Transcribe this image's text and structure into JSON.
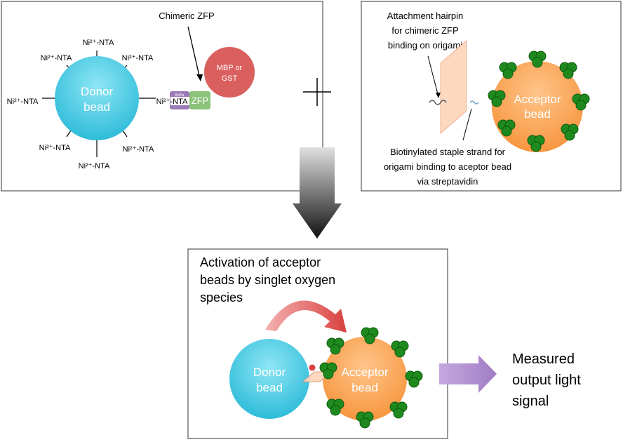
{
  "panel_donor": {
    "ni_labels": [
      "Ni²⁺-NTA",
      "Ni²⁺-NTA",
      "Ni²⁺-NTA",
      "Ni²⁺-NTA",
      "Ni²⁺-NTA",
      "Ni²⁺-NTA",
      "Ni²⁺-NTA",
      "Ni²⁺-NTA"
    ],
    "bead_line1": "Donor",
    "bead_line2": "bead",
    "zfp_caption": "Chimeric ZFP",
    "his_tag": "8xHis",
    "zfp_label": "ZFP",
    "fusion_line1": "MBP or",
    "fusion_line2": "GST"
  },
  "plus_sign": "+",
  "panel_acceptor": {
    "top_caption": [
      "Attachment hairpin",
      "for chimeric ZFP",
      "binding on origami"
    ],
    "bead_line1": "Acceptor",
    "bead_line2": "bead",
    "bottom_caption": [
      "Biotinylated staple strand for",
      "origami binding to aceptor bead",
      "via streptavidin"
    ]
  },
  "panel_activation": {
    "title": [
      "Activation of acceptor",
      "beads by singlet oxygen",
      "species"
    ],
    "donor_line1": "Donor",
    "donor_line2": "bead",
    "acceptor_line1": "Acceptor",
    "acceptor_line2": "bead"
  },
  "output": [
    "Measured",
    "output light",
    "signal"
  ],
  "colors": {
    "donor": "#4fcbe6",
    "acceptor": "#f8a55a",
    "streptavidin": "#1e8a1e",
    "fusion": "#d9605e",
    "his": "#9b7bb8",
    "zfp": "#8cc37a",
    "output_arrow": "#b48fd0"
  }
}
